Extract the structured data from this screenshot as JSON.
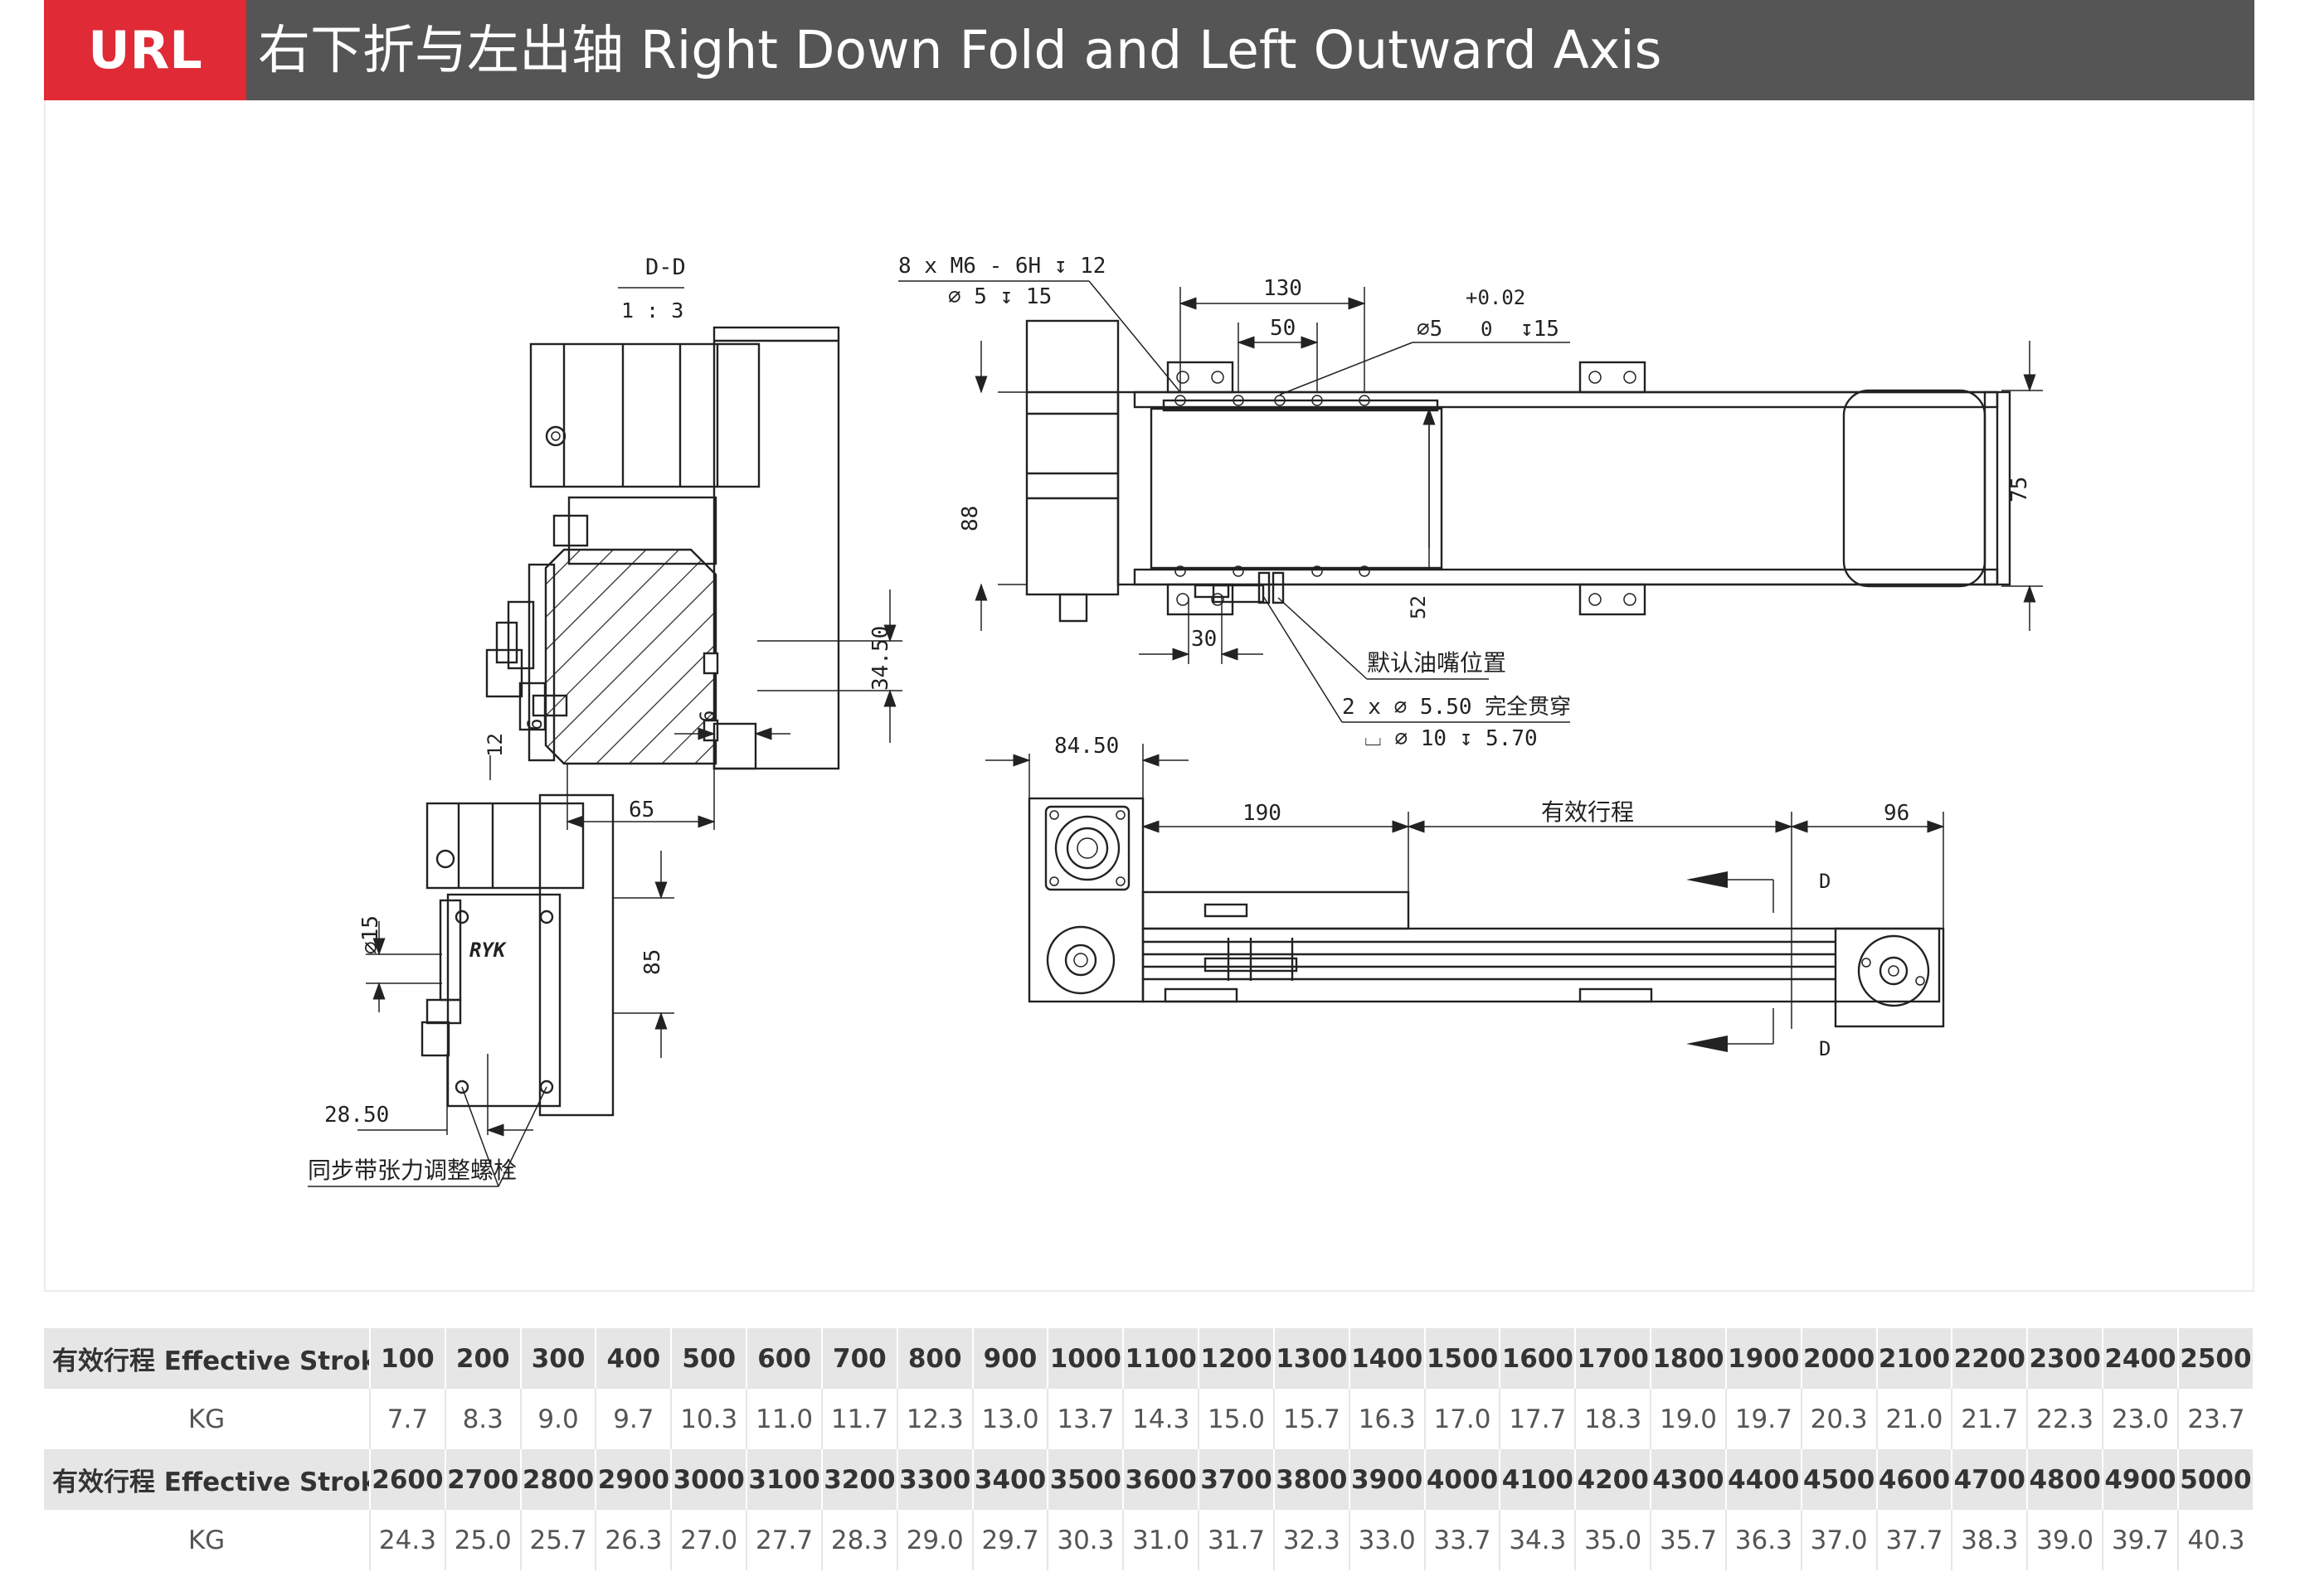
{
  "header": {
    "tag": "URL",
    "title": "右下折与左出轴 Right Down Fold and Left Outward Axis"
  },
  "drawing": {
    "section_label": "D-D",
    "section_scale": "1 : 3",
    "dims": {
      "d_34_50": "34.50",
      "d_65": "65",
      "d_12": "12",
      "d_6a": "6",
      "d_6b": "6",
      "d_phi15": "∅15",
      "d_85": "85",
      "d_28_50": "28.50",
      "d_130": "130",
      "d_50": "50",
      "d_88": "88",
      "d_75": "75",
      "d_52": "52",
      "d_30": "30",
      "d_84_50": "84.50",
      "d_190": "190",
      "d_96": "96",
      "tol_upper": "+0.02",
      "tol_lower": "0"
    },
    "notes": {
      "thread_holes": "8 x  M6 - 6H ↧ 12",
      "thread_holes_sub": "∅ 5 ↧ 15",
      "pin_hole": "∅5",
      "pin_hole_depth": "↧15",
      "grease_nipple": "默认油嘴位置",
      "through_holes": "2 x  ∅ 5.50 完全贯穿",
      "counterbore": "⌴ ∅ 10 ↧ 5.70",
      "effective_stroke": "有效行程",
      "belt_tension": "同步带张力调整螺栓",
      "section_mark_top": "D",
      "section_mark_bottom": "D",
      "brand": "RYK"
    }
  },
  "table": {
    "row_label": "有效行程 Effective Stroke",
    "kg_label": "KG",
    "strokes_1": [
      "100",
      "200",
      "300",
      "400",
      "500",
      "600",
      "700",
      "800",
      "900",
      "1000",
      "1100",
      "1200",
      "1300",
      "1400",
      "1500",
      "1600",
      "1700",
      "1800",
      "1900",
      "2000",
      "2100",
      "2200",
      "2300",
      "2400",
      "2500"
    ],
    "kg_1": [
      "7.7",
      "8.3",
      "9.0",
      "9.7",
      "10.3",
      "11.0",
      "11.7",
      "12.3",
      "13.0",
      "13.7",
      "14.3",
      "15.0",
      "15.7",
      "16.3",
      "17.0",
      "17.7",
      "18.3",
      "19.0",
      "19.7",
      "20.3",
      "21.0",
      "21.7",
      "22.3",
      "23.0",
      "23.7"
    ],
    "strokes_2": [
      "2600",
      "2700",
      "2800",
      "2900",
      "3000",
      "3100",
      "3200",
      "3300",
      "3400",
      "3500",
      "3600",
      "3700",
      "3800",
      "3900",
      "4000",
      "4100",
      "4200",
      "4300",
      "4400",
      "4500",
      "4600",
      "4700",
      "4800",
      "4900",
      "5000"
    ],
    "kg_2": [
      "24.3",
      "25.0",
      "25.7",
      "26.3",
      "27.0",
      "27.7",
      "28.3",
      "29.0",
      "29.7",
      "30.3",
      "31.0",
      "31.7",
      "32.3",
      "33.0",
      "33.7",
      "34.3",
      "35.0",
      "35.7",
      "36.3",
      "37.0",
      "37.7",
      "38.3",
      "39.0",
      "39.7",
      "40.3"
    ]
  },
  "colors": {
    "accent": "#e02a36",
    "header_bg": "#555555",
    "table_header_bg": "#e6e6e6"
  }
}
